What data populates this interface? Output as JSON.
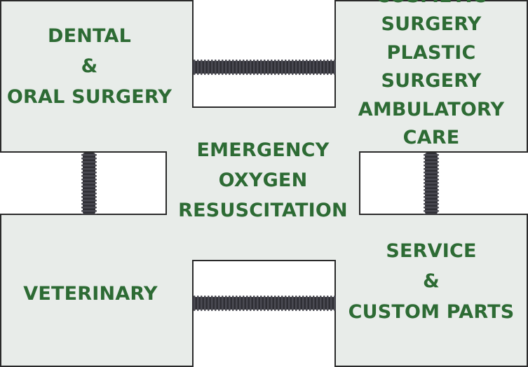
{
  "colors": {
    "panel_fill": "#e8ece9",
    "panel_border": "#2a2a2a",
    "text": "#2d6b34",
    "tube": "#2f2f35"
  },
  "blocks": {
    "dental": [
      "DENTAL",
      "&",
      "ORAL SURGERY"
    ],
    "cosmetic": [
      "COSMETIC SURGERY",
      "PLASTIC SURGERY",
      "AMBULATORY CARE"
    ],
    "emergency": [
      "EMERGENCY",
      "OXYGEN",
      "RESUSCITATION"
    ],
    "veterinary": [
      "VETERINARY"
    ],
    "service": [
      "SERVICE",
      "&",
      "CUSTOM PARTS"
    ]
  },
  "connector_icon": "corrugated-hose"
}
